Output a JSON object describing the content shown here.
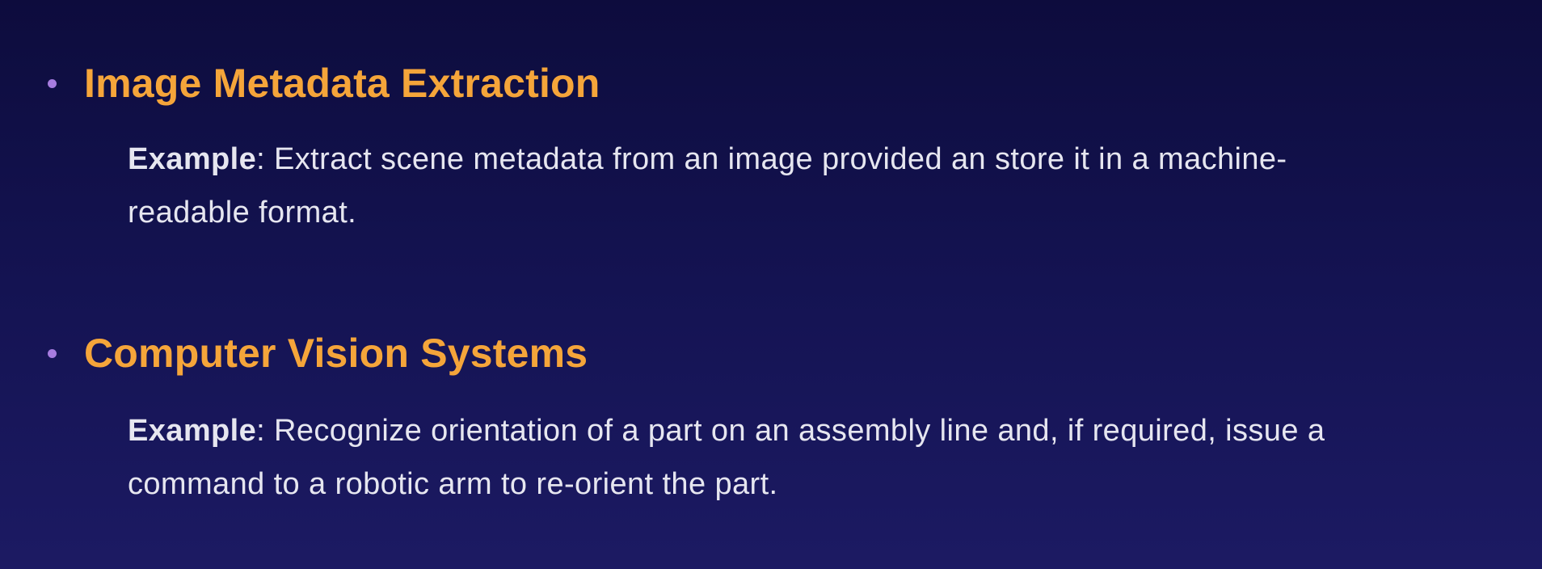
{
  "colors": {
    "heading": "#f5a53a",
    "bullet": "#a77ce0",
    "body_text": "#e6e6f0",
    "background_top": "#0d0c3d",
    "background_bottom": "#1c1a63"
  },
  "items": [
    {
      "heading": "Image Metadata Extraction",
      "example_label": "Example",
      "example_sep": ": ",
      "example_line1": "Extract scene metadata from an image provided an store it in a machine-",
      "example_line2": "readable format."
    },
    {
      "heading": "Computer Vision Systems",
      "example_label": "Example",
      "example_sep": ": ",
      "example_line1": "Recognize orientation of a part on an assembly line and, if required, issue a",
      "example_line2": "command to a robotic arm to re-orient the part."
    }
  ]
}
